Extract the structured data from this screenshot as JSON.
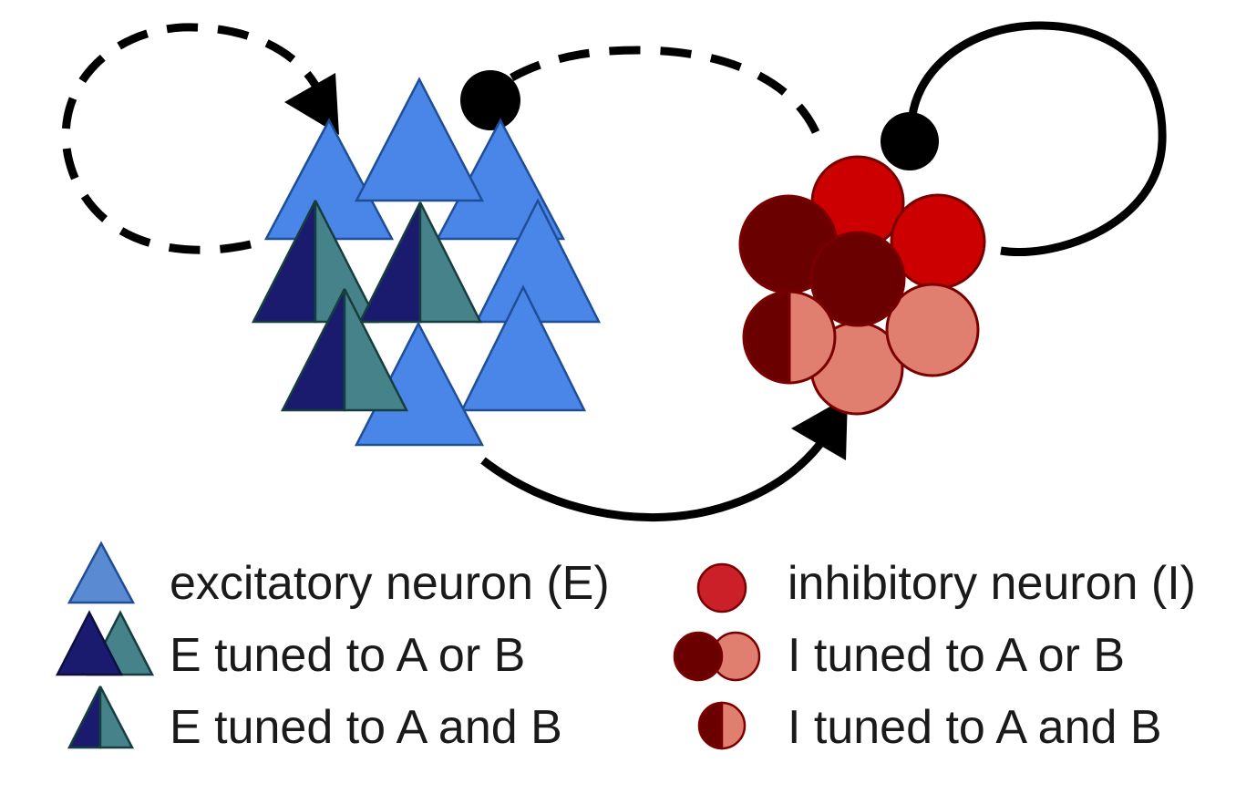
{
  "colors": {
    "excitatory": "#4a86e8",
    "excitatory_stroke": "#1f4e96",
    "tuned_a": "#1a1a6e",
    "tuned_b": "#468289",
    "inhibitory": "#cc0000",
    "inhibitory_dark": "#6b0000",
    "inhibitory_light": "#e07f6f",
    "inhibitory_stroke": "#7a0000",
    "connection": "#000000"
  },
  "legend": {
    "excitatory_neuron": "excitatory neuron (E)",
    "e_tuned_or": "E tuned to A or B",
    "e_tuned_and": "E tuned to A and B",
    "inhibitory_neuron": "inhibitory neuron (I)",
    "i_tuned_or": "I tuned to A or B",
    "i_tuned_and": "I tuned to A and B"
  }
}
